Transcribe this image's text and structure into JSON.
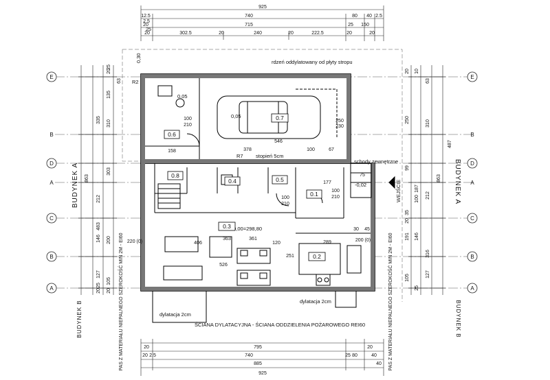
{
  "top_dims": {
    "overall": "925",
    "row2": [
      "740",
      "80",
      "40",
      "2.5"
    ],
    "row2_left": [
      "12.5",
      "2.5"
    ],
    "row3": [
      "715",
      "25",
      "150"
    ],
    "row3_left": [
      "20",
      "25"
    ],
    "row4": [
      "302.5",
      "240",
      "222.5"
    ],
    "row4_small": [
      "20",
      "20",
      "20",
      "20",
      "20"
    ]
  },
  "bottom_dims": {
    "row1": "795",
    "row1_small": [
      "20",
      "20"
    ],
    "row2": [
      "740",
      "80",
      "40"
    ],
    "row2_small": [
      "20",
      "2.5",
      "25"
    ],
    "row3": "885",
    "row3_small": [
      "40"
    ],
    "overall": "925"
  },
  "axes_left": [
    "E",
    "B",
    "D",
    "A",
    "C",
    "B",
    "A"
  ],
  "axes_right": [
    "E",
    "B",
    "D",
    "A",
    "C",
    "B",
    "A"
  ],
  "building_labels": {
    "left": "BUDYNEK A",
    "right": "BUDYNEK A",
    "bottom_left": "BUDYNEK B",
    "bottom_right": "BUDYNEK B"
  },
  "strip_labels": {
    "left": "PAS Z MATERIAŁU NIEPALNEGO SZEROKOŚĆ MIN 2M - EI60",
    "right": "PAS Z MATERIAŁU NIEPALNEGO SZEROKOŚĆ MIN 2M - EI60"
  },
  "left_dims": {
    "outer": "863",
    "col1": [
      "335",
      "303",
      "212",
      "483",
      "146",
      "127"
    ],
    "col2": [
      "135",
      "310",
      "200",
      "105"
    ],
    "col3": [
      "63",
      "20",
      "25",
      "20",
      "20",
      "25"
    ]
  },
  "right_dims": {
    "outer": "863",
    "col1": [
      "250",
      "487",
      "99",
      "187",
      "191",
      "316",
      "105"
    ],
    "col2": [
      "310",
      "212",
      "100",
      "146",
      "127",
      "25"
    ],
    "col3": [
      "63",
      "10",
      "20",
      "35",
      "20"
    ]
  },
  "rooms": [
    {
      "id": "0.6"
    },
    {
      "id": "0.7"
    },
    {
      "id": "0.8"
    },
    {
      "id": "0.4"
    },
    {
      "id": "0.5"
    },
    {
      "id": "0.1"
    },
    {
      "id": "0.3"
    },
    {
      "id": "0.2"
    }
  ],
  "notes": {
    "slab": "rdzeń oddylatowany od płyty stropu",
    "step": "stopień 5cm",
    "outer_steps": "schody zewnętrzne",
    "entrance": "WEJŚCIE",
    "dilation_left": "dylatacja 2cm",
    "dilation_right": "dylatacja 2cm",
    "wall": "ŚCIANA DYLATACYJNA - ŚCIANA ODDZIELENIA POŻAROWEGO REI60",
    "level": "±0,00=298,80",
    "r2": "R2",
    "r7": "R7",
    "opening": "0,30",
    "d005a": "0,05",
    "d005b": "0,05",
    "d002": "-0,02"
  },
  "interior_dims": [
    "158",
    "378",
    "546",
    "100",
    "67",
    "250",
    "230",
    "100",
    "210",
    "100",
    "210",
    "100",
    "210",
    "526",
    "406",
    "363",
    "289",
    "120",
    "361",
    "251",
    "220 (0)",
    "200 (0)",
    "177",
    "75",
    "30",
    "45"
  ]
}
